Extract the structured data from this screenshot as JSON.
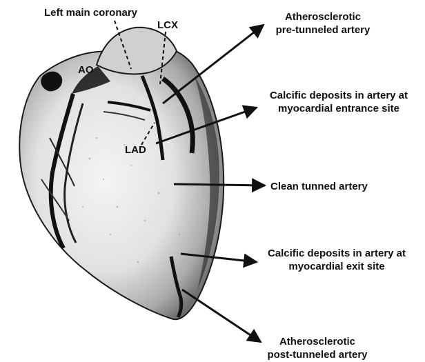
{
  "labels": {
    "left_main_coronary": "Left main coronary",
    "lcx": "LCX",
    "ao": "AO",
    "lad": "LAD",
    "atherosclerotic_pre": [
      "Atherosclerotic",
      "pre-tunneled artery"
    ],
    "calcific_entrance": [
      "Calcific deposits in artery at",
      "myocardial entrance site"
    ],
    "clean_tunneled": "Clean tunned artery",
    "calcific_exit": [
      "Calcific deposits in artery at",
      "myocardial exit site"
    ],
    "atherosclerotic_post": [
      "Atherosclerotic",
      "post-tunneled artery"
    ]
  }
}
